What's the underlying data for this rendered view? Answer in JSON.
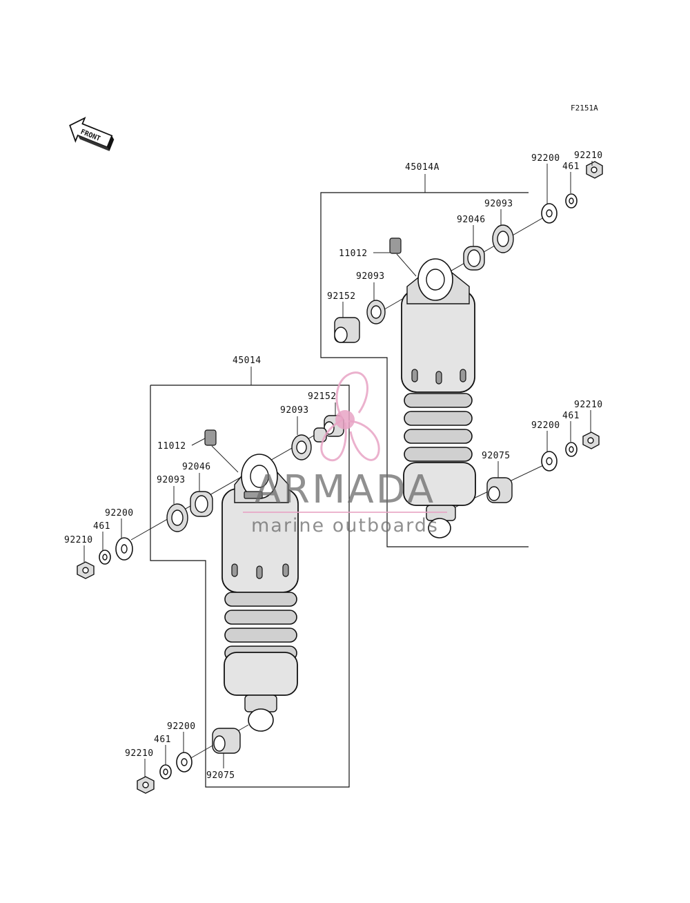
{
  "figure_code": "F2151A",
  "front_arrow_label": "FRONT",
  "assemblies": {
    "upper_right": {
      "assembly_label": "45014A",
      "labels": {
        "nut": "92210",
        "spring_washer": "461",
        "washer": "92200",
        "seal_outer": "92093",
        "bearing": "92046",
        "fitting": "11012",
        "seal_inner": "92093",
        "collar": "92152",
        "lower_washer": "92200",
        "lower_nut": "92210",
        "lower_spring_washer": "461",
        "bushing": "92075"
      }
    },
    "lower_left": {
      "assembly_label": "45014",
      "labels": {
        "collar": "92152",
        "seal_right": "92093",
        "fitting": "11012",
        "bearing": "92046",
        "seal_left": "92093",
        "washer": "92200",
        "spring_washer": "461",
        "nut": "92210",
        "lower_washer": "92200",
        "lower_spring_washer": "461",
        "lower_nut": "92210",
        "bushing": "92075"
      }
    }
  },
  "watermark": {
    "brand": "ARMADA",
    "tagline": "marine outboards",
    "accent_color": "#e8a3c4",
    "text_color": "#6b6b6b"
  }
}
